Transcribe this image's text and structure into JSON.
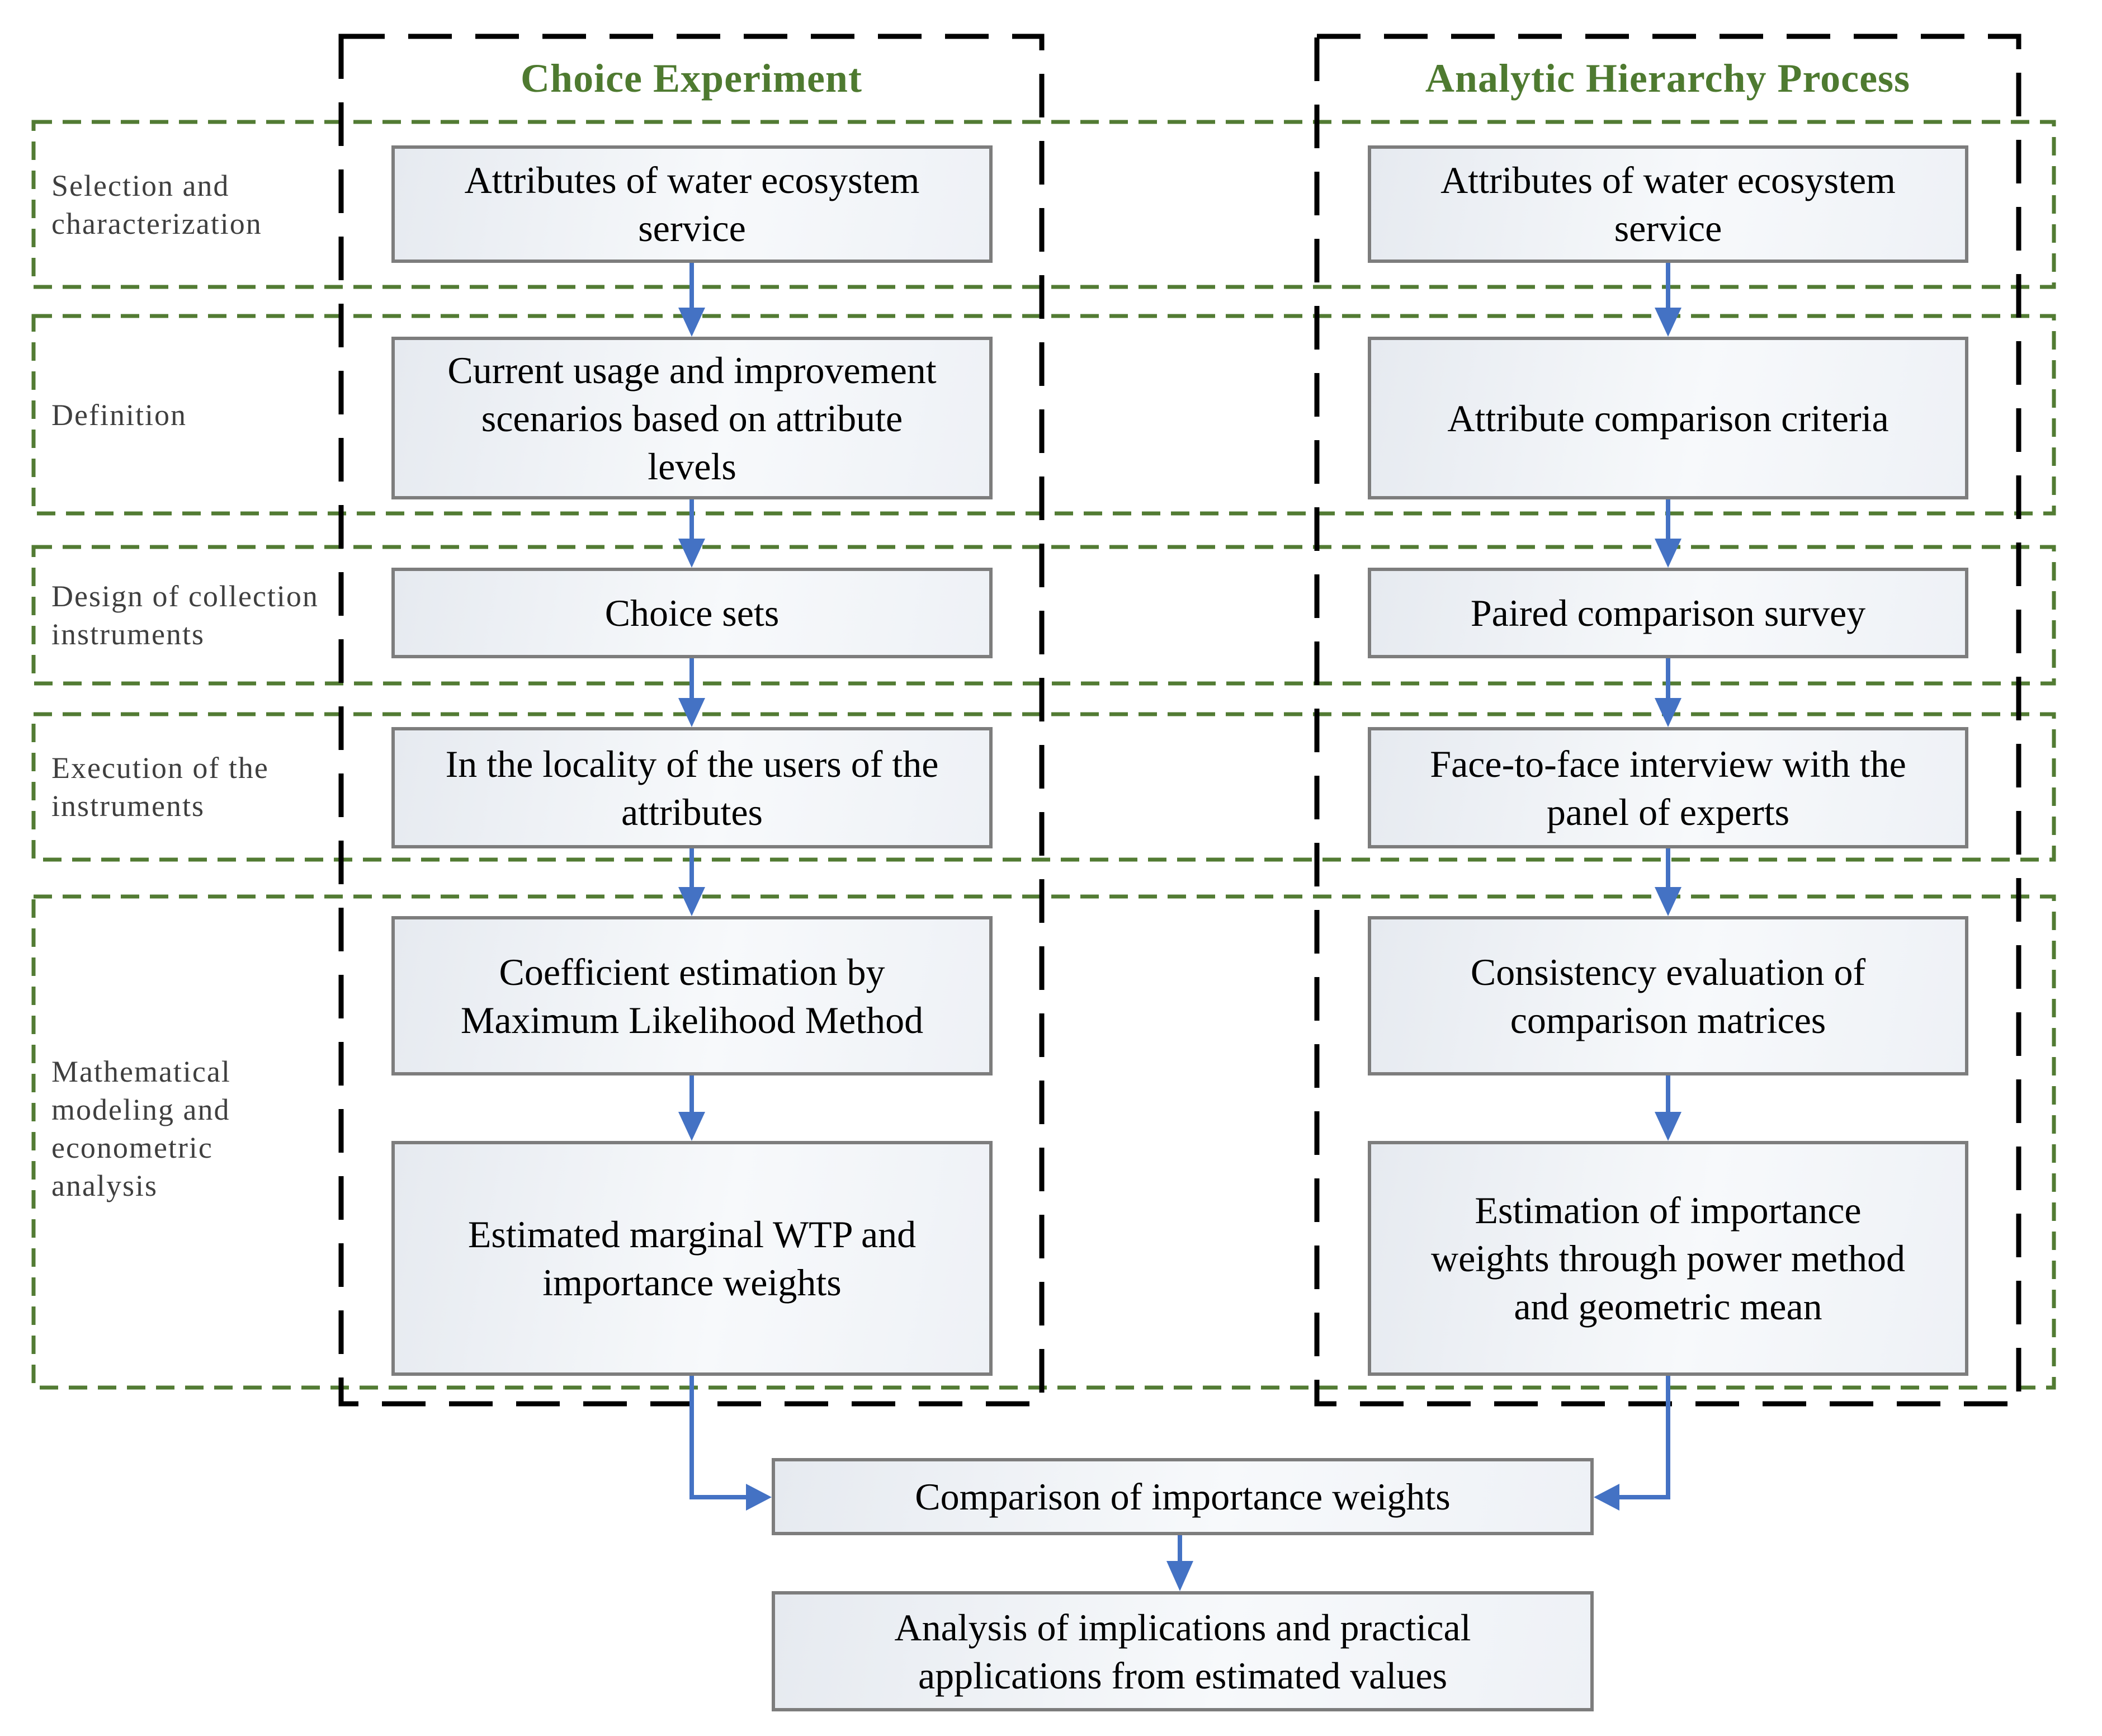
{
  "columns": [
    {
      "title": "Choice Experiment",
      "boxes": [
        "Attributes of water ecosystem\nservice",
        "Current usage and improvement\nscenarios based on attribute\nlevels",
        "Choice sets",
        "In the locality of the users of the\nattributes",
        "Coefficient estimation by\nMaximum Likelihood Method",
        "Estimated marginal WTP and\nimportance weights"
      ]
    },
    {
      "title": "Analytic Hierarchy Process",
      "boxes": [
        "Attributes of water ecosystem\nservice",
        "Attribute comparison criteria",
        "Paired comparison survey",
        "Face-to-face interview with the\npanel of experts",
        "Consistency evaluation of\ncomparison matrices",
        "Estimation of importance\nweights through power method\nand geometric mean"
      ]
    }
  ],
  "stages": [
    {
      "label": "Selection and\ncharacterization"
    },
    {
      "label": "Definition"
    },
    {
      "label": "Design of collection\ninstruments"
    },
    {
      "label": "Execution of the\ninstruments"
    },
    {
      "label": "Mathematical\nmodeling and\neconometric\nanalysis"
    }
  ],
  "merge": {
    "comparison": "Comparison of importance weights",
    "analysis": "Analysis of implications and practical\napplications from estimated values"
  },
  "colors": {
    "stage_border_green": "#527b33",
    "column_title_green": "#4e7a30",
    "column_border_black": "#000000",
    "arrow_blue": "#4472c4",
    "node_border_gray": "#7d7d7d",
    "stage_label_gray": "#3f3f3f"
  }
}
